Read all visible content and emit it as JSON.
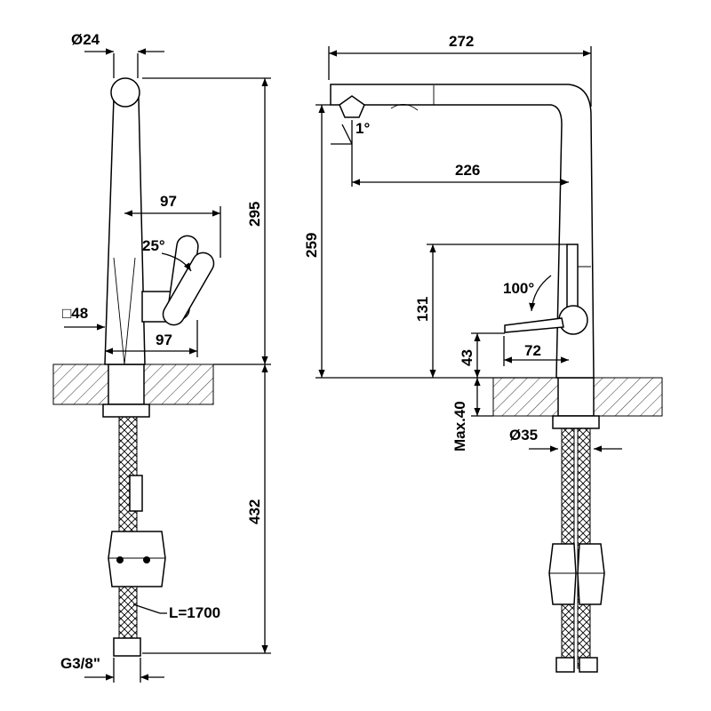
{
  "drawing": {
    "side_view": {
      "ball_diameter": "Ø24",
      "handle_reach": "97",
      "base_reach": "97",
      "handle_angle": "25°",
      "body_square": "□48",
      "height_above_counter": "295",
      "hose_height_below_counter": "432",
      "hose_length": "L=1700",
      "thread": "G3/8\""
    },
    "front_view": {
      "overall_width": "272",
      "spout_tilt": "1°",
      "spout_reach": "226",
      "spout_height": "259",
      "lever_height": "131",
      "handle_rotation": "100°",
      "lever_low_height": "43",
      "lever_reach": "72",
      "max_counter_thickness": "Max.40",
      "hole_diameter": "Ø35"
    }
  }
}
